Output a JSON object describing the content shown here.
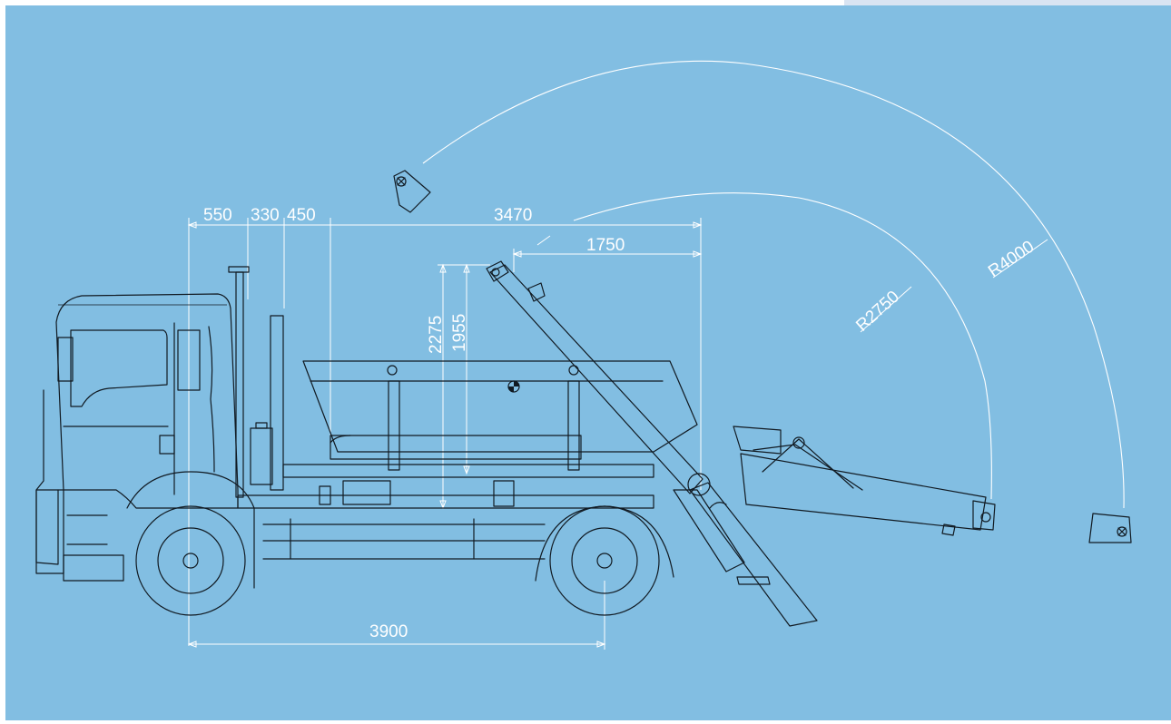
{
  "dimensions": {
    "d550": "550",
    "d330": "330",
    "d450": "450",
    "d3470": "3470",
    "d1750": "1750",
    "d2275": "2275",
    "d1955": "1955",
    "d3900": "3900",
    "r2750": "R2750",
    "r4000": "R4000"
  },
  "colors": {
    "background": "#82bee2",
    "line": "#111a22",
    "dimension": "#ffffff"
  }
}
